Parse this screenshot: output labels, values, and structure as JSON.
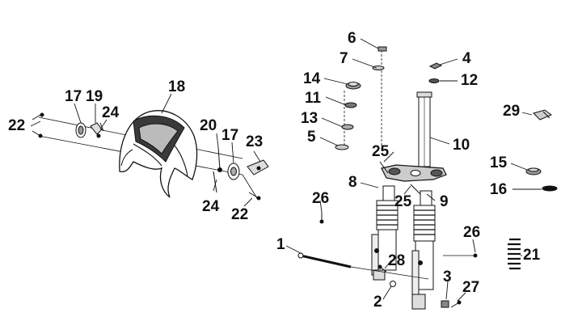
{
  "diagram": {
    "colors": {
      "ink": "#111111",
      "part_fill": "#ffffff",
      "shade": "#c8c8c8",
      "dark": "#3a3a3a"
    },
    "callouts": [
      {
        "id": "c1",
        "text": "1"
      },
      {
        "id": "c2",
        "text": "2"
      },
      {
        "id": "c3",
        "text": "3"
      },
      {
        "id": "c4",
        "text": "4"
      },
      {
        "id": "c5",
        "text": "5"
      },
      {
        "id": "c6",
        "text": "6"
      },
      {
        "id": "c7",
        "text": "7"
      },
      {
        "id": "c8",
        "text": "8"
      },
      {
        "id": "c9",
        "text": "9"
      },
      {
        "id": "c10",
        "text": "10"
      },
      {
        "id": "c11",
        "text": "11"
      },
      {
        "id": "c12",
        "text": "12"
      },
      {
        "id": "c13",
        "text": "13"
      },
      {
        "id": "c14",
        "text": "14"
      },
      {
        "id": "c15",
        "text": "15"
      },
      {
        "id": "c16",
        "text": "16"
      },
      {
        "id": "c17a",
        "text": "17"
      },
      {
        "id": "c17b",
        "text": "17"
      },
      {
        "id": "c18",
        "text": "18"
      },
      {
        "id": "c19",
        "text": "19"
      },
      {
        "id": "c20",
        "text": "20"
      },
      {
        "id": "c21",
        "text": "21"
      },
      {
        "id": "c22a",
        "text": "22"
      },
      {
        "id": "c22b",
        "text": "22"
      },
      {
        "id": "c23",
        "text": "23"
      },
      {
        "id": "c24a",
        "text": "24"
      },
      {
        "id": "c24b",
        "text": "24"
      },
      {
        "id": "c25a",
        "text": "25"
      },
      {
        "id": "c25b",
        "text": "25"
      },
      {
        "id": "c26a",
        "text": "26"
      },
      {
        "id": "c26b",
        "text": "26"
      },
      {
        "id": "c27",
        "text": "27"
      },
      {
        "id": "c28",
        "text": "28"
      },
      {
        "id": "c29",
        "text": "29"
      }
    ]
  }
}
